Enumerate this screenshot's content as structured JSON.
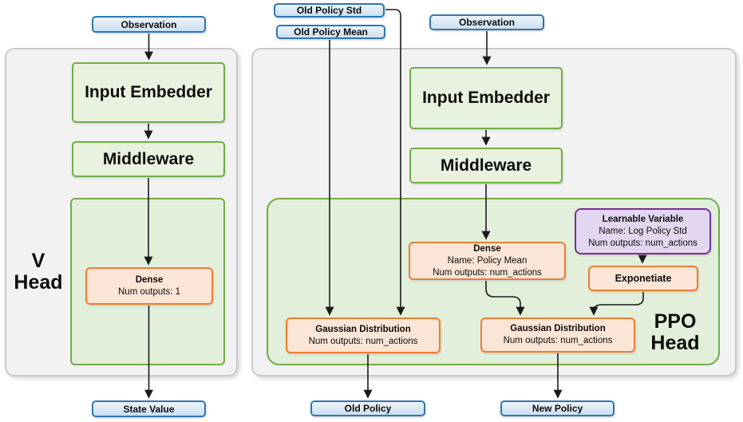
{
  "diagram": {
    "v_head": {
      "label_line1": "V",
      "label_line2": "Head",
      "observation": "Observation",
      "input_embedder": "Input Embedder",
      "middleware": "Middleware",
      "dense": {
        "title": "Dense",
        "outputs": "Num outputs: 1"
      },
      "output": "State Value"
    },
    "ppo_head": {
      "label_line1": "PPO",
      "label_line2": "Head",
      "old_policy_std": "Old Policy Std",
      "old_policy_mean": "Old Policy Mean",
      "observation": "Observation",
      "input_embedder": "Input Embedder",
      "middleware": "Middleware",
      "dense": {
        "title": "Dense",
        "name": "Name: Policy Mean",
        "outputs": "Num outputs: num_actions"
      },
      "learnable_variable": {
        "title": "Learnable Variable",
        "name": "Name: Log Policy Std",
        "outputs": "Num outputs: num_actions"
      },
      "exponetiate": "Exponetiate",
      "gaussian_old": {
        "title": "Gaussian Distribution",
        "outputs": "Num outputs: num_actions"
      },
      "gaussian_new": {
        "title": "Gaussian Distribution",
        "outputs": "Num outputs: num_actions"
      },
      "output_old": "Old Policy",
      "output_new": "New Policy"
    },
    "colors": {
      "io_border": "#2E75B6",
      "io_fill": "#DDEBF7",
      "green_border": "#70AD47",
      "green_fill": "#E2EFDA",
      "orange_border": "#ED7D31",
      "orange_fill": "#FBE5D6",
      "purple_border": "#7030A0",
      "purple_fill": "#E3D6EF",
      "panel_border": "#C9C9C9",
      "panel_fill": "#F2F2F2",
      "wire": "#1A1A1A"
    }
  }
}
